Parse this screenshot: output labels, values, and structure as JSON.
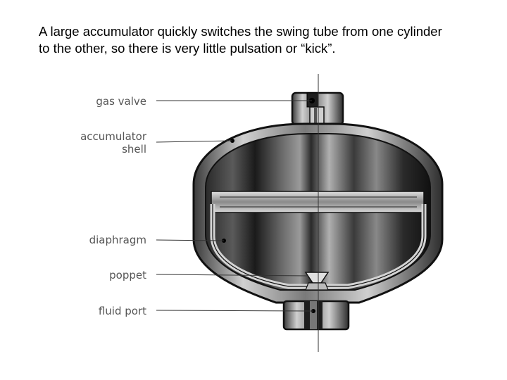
{
  "caption": {
    "line1": "A large accumulator quickly switches the swing tube from one cylinder",
    "line2": "to the other, so there is very little pulsation or “kick”."
  },
  "diagram": {
    "labels": {
      "gas_valve": "gas valve",
      "accumulator_line1": "accumulator",
      "accumulator_line2": "shell",
      "diaphragm": "diaphragm",
      "poppet": "poppet",
      "fluid_port": "fluid port"
    }
  }
}
